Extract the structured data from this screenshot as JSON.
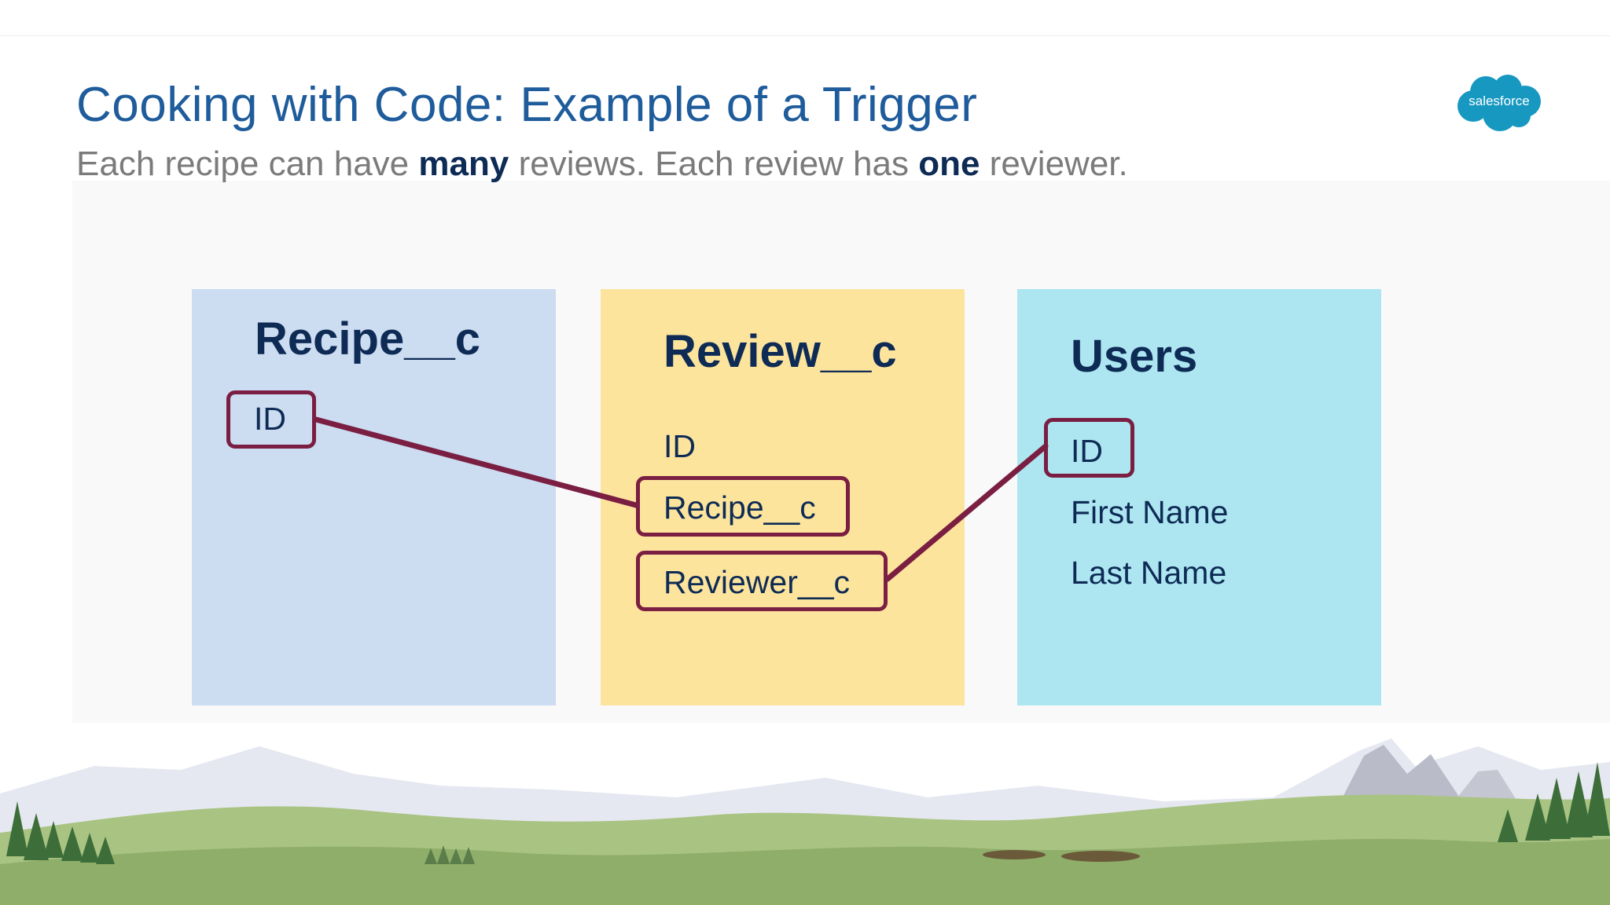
{
  "header": {
    "title": "Cooking with Code: Example of a Trigger",
    "subtitle_parts": [
      "Each recipe can have ",
      "many",
      " reviews. Each review has ",
      "one",
      " reviewer."
    ]
  },
  "logo": {
    "text": "salesforce",
    "color": "#1798c1"
  },
  "objects": {
    "recipe": {
      "title": "Recipe__c",
      "fields": [
        "ID"
      ],
      "color": "#ccdcf1"
    },
    "review": {
      "title": "Review__c",
      "fields": [
        "ID",
        "Recipe__c",
        "Reviewer__c"
      ],
      "color": "#fde49d"
    },
    "users": {
      "title": "Users",
      "fields": [
        "ID",
        "First Name",
        "Last Name"
      ],
      "color": "#ade6f1"
    }
  },
  "relationships": [
    {
      "from": "Recipe__c.ID",
      "to": "Review__c.Recipe__c"
    },
    {
      "from": "Review__c.Reviewer__c",
      "to": "Users.ID"
    }
  ],
  "highlight_color": "#7a1e42"
}
